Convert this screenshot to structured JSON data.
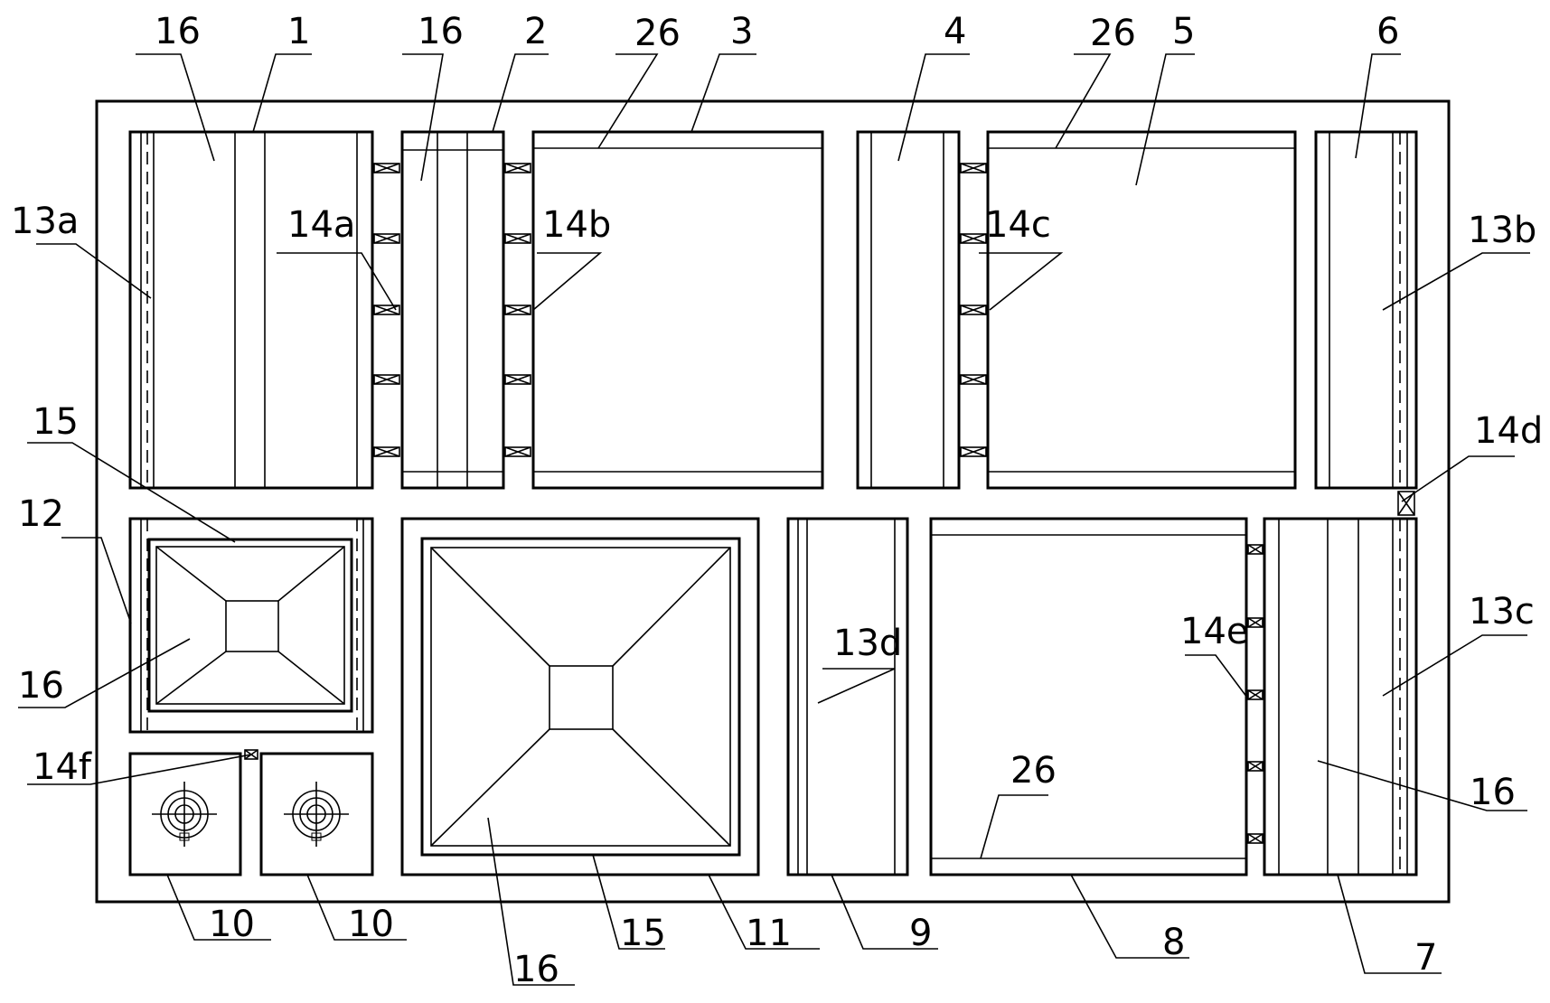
{
  "labels": {
    "c1": "1",
    "c2": "2",
    "c3": "3",
    "c4": "4",
    "c5": "5",
    "c6": "6",
    "c7": "7",
    "c8": "8",
    "c9": "9",
    "c10a": "10",
    "c10b": "10",
    "c11": "11",
    "c12": "12",
    "l13a": "13a",
    "l13b": "13b",
    "l13c": "13c",
    "l13d": "13d",
    "l14a": "14a",
    "l14b": "14b",
    "l14c": "14c",
    "l14d": "14d",
    "l14e": "14e",
    "l14f": "14f",
    "l15a": "15",
    "l15b": "15",
    "l16a": "16",
    "l16b": "16",
    "l16c": "16",
    "l16d": "16",
    "l16e": "16",
    "l26a": "26",
    "l26b": "26",
    "l26c": "26"
  }
}
